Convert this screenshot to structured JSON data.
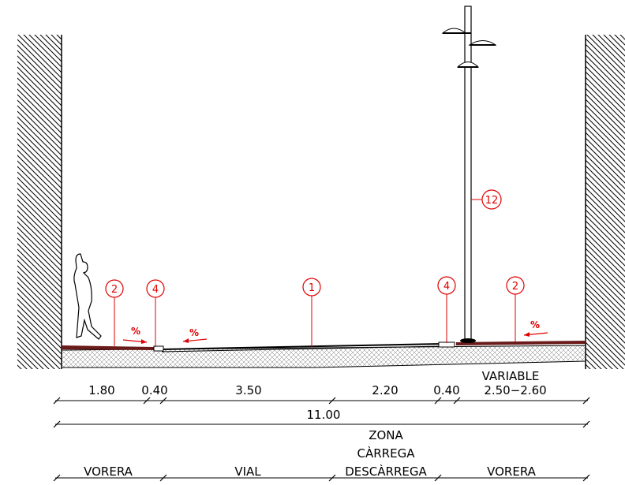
{
  "colors": {
    "line": "#000000",
    "callout": "#e00000",
    "pavement": "#6b1a1a"
  },
  "callouts": {
    "c1": "1",
    "c2a": "2",
    "c2b": "2",
    "c4a": "4",
    "c4b": "4",
    "c12": "12"
  },
  "slope_symbol": "%",
  "dimensions": {
    "d1": "1.80",
    "d2": "0.40",
    "d3": "3.50",
    "d4": "2.20",
    "d5": "0.40",
    "d6_line1": "VARIABLE",
    "d6_line2": "2.50−2.60",
    "total": "11.00"
  },
  "zones": {
    "z1": "VORERA",
    "z2": "VIAL",
    "z3_line1": "ZONA",
    "z3_line2": "CÀRREGA",
    "z3_line3": "DESCÀRREGA",
    "z4": "VORERA"
  }
}
